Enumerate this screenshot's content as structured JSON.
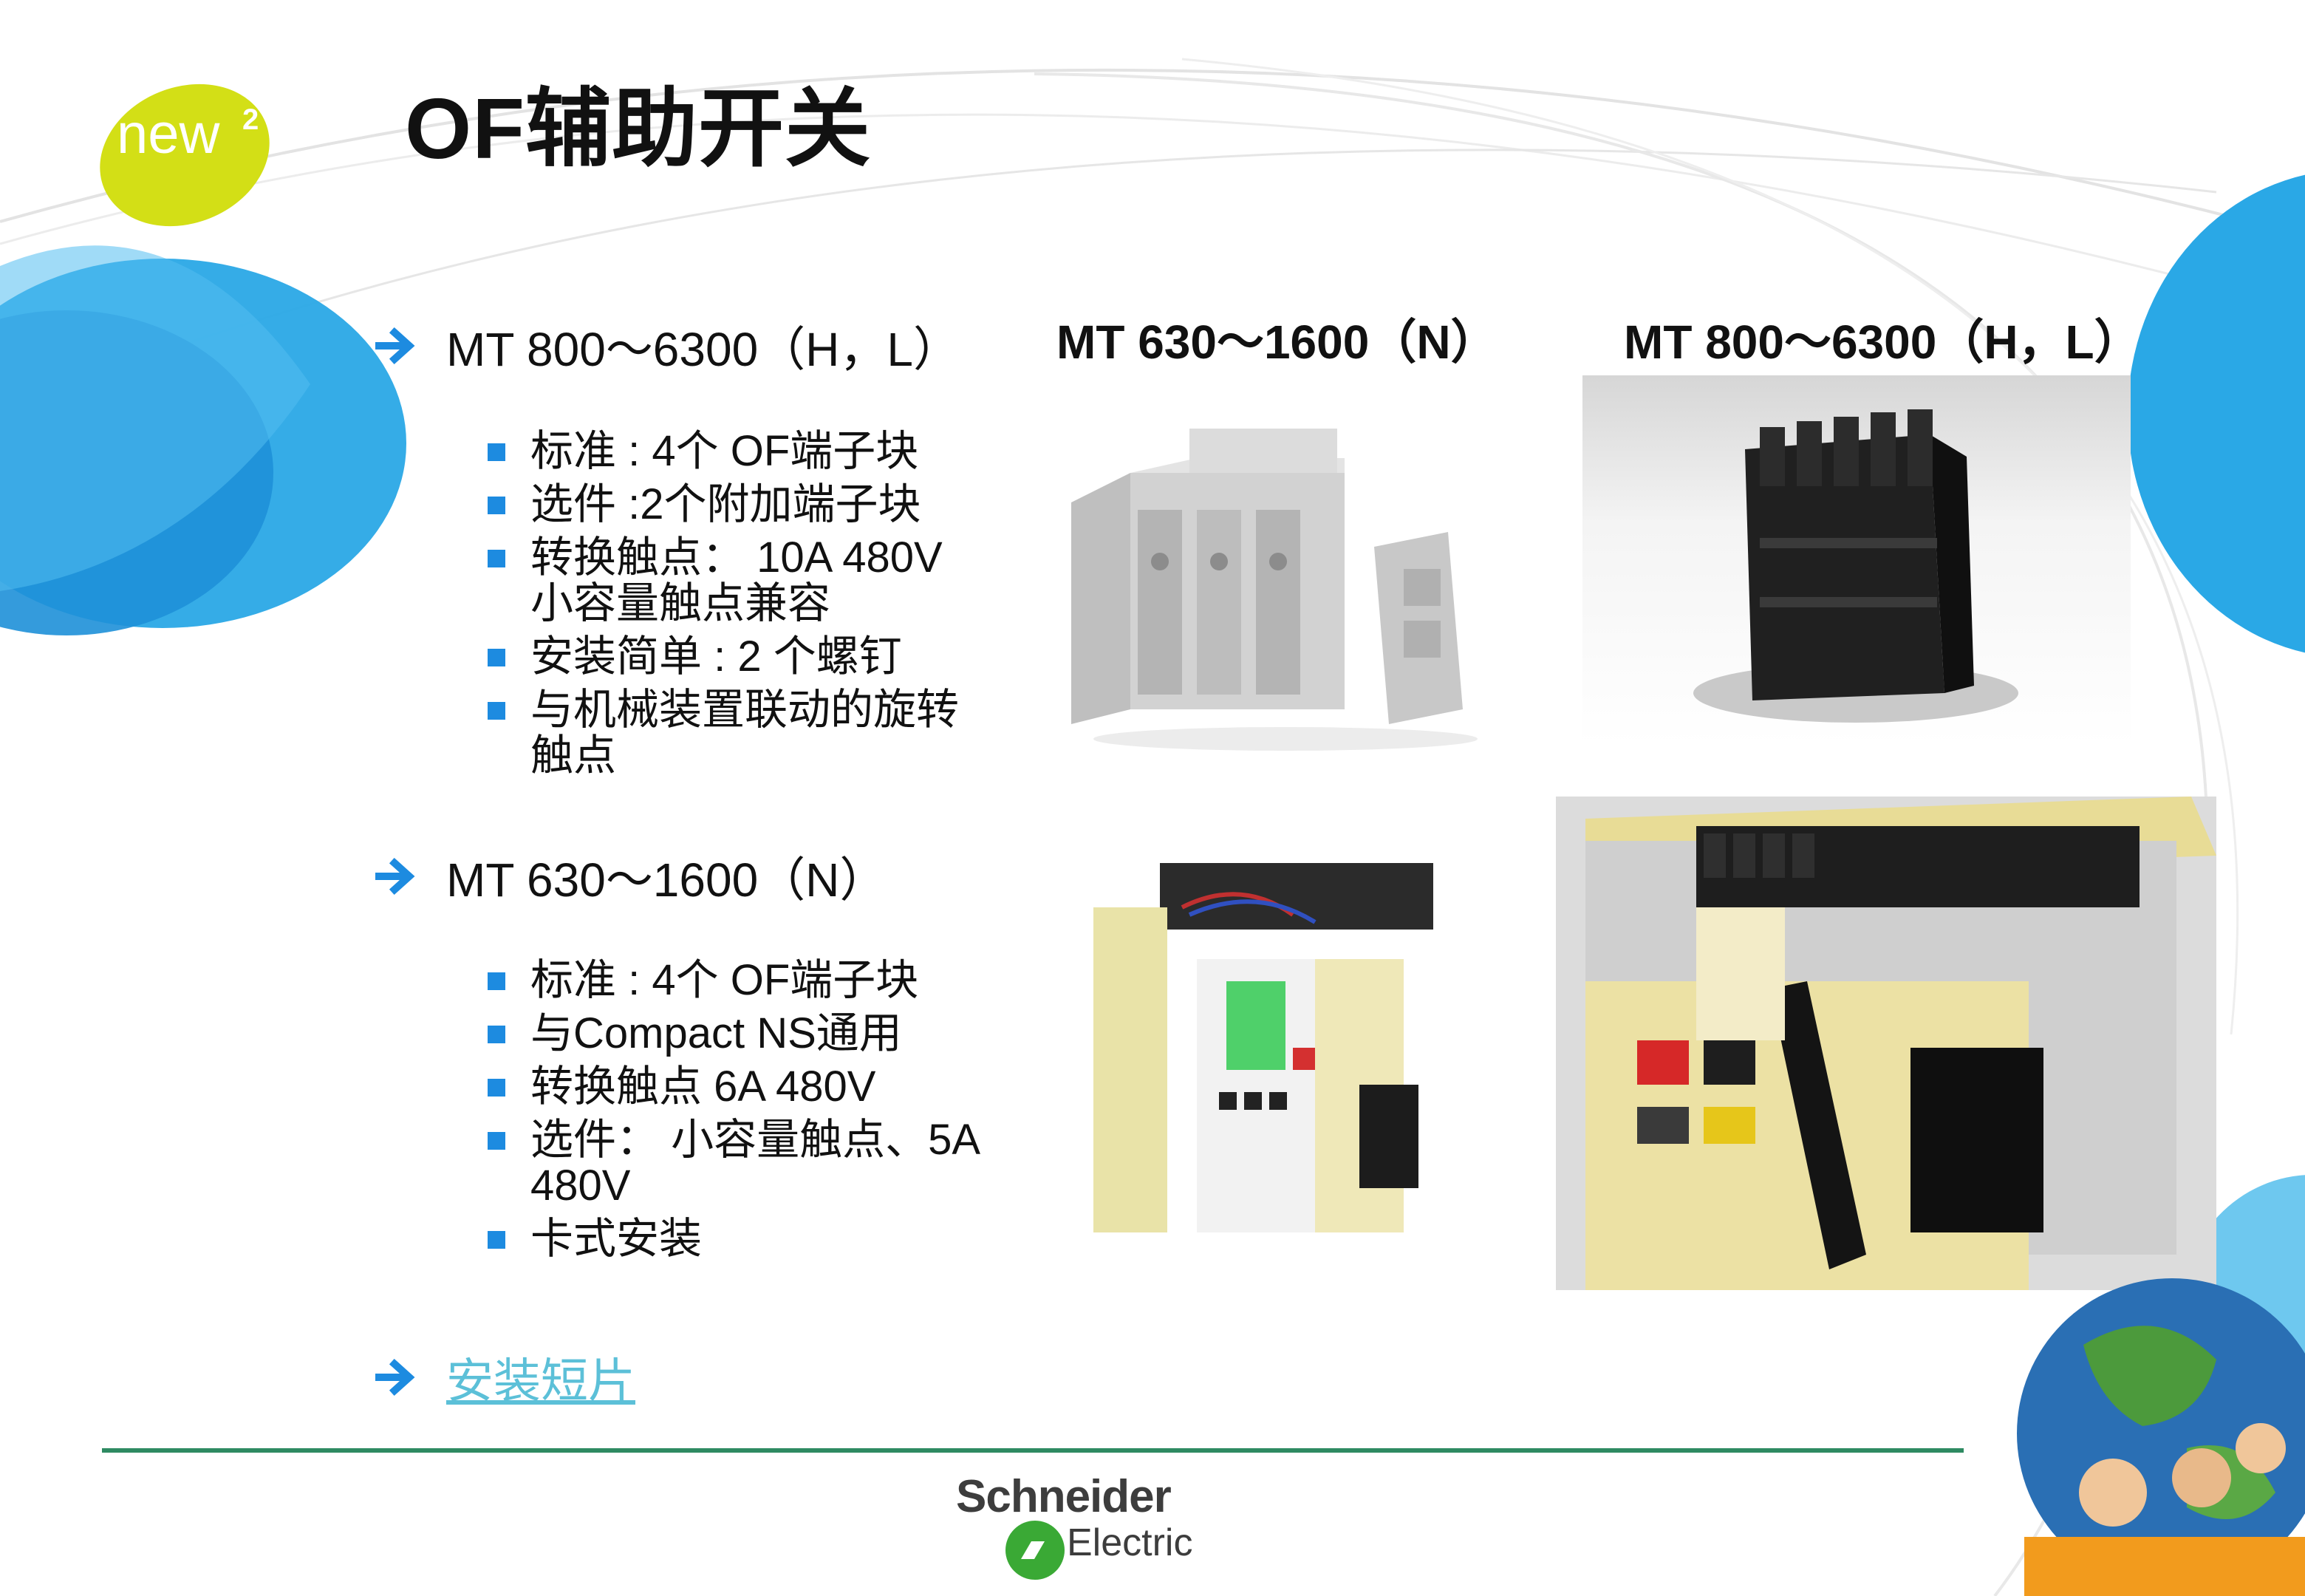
{
  "slide": {
    "title": "OF辅助开关",
    "badge": {
      "text": "new",
      "sup": "2"
    },
    "colors": {
      "accent_blue": "#1d8be0",
      "bubble_blue": "#2aa8e6",
      "badge_green": "#d3df16",
      "footer_green": "#2e8a62",
      "link": "#5cc0d8"
    }
  },
  "section1": {
    "heading": "MT 800～6300（H，L）",
    "bullets": [
      "标准 : 4个 OF端子块",
      "选件 :2个附加端子块",
      "转换触点： 10A 480V",
      "小容量触点兼容",
      "安装简单 : 2 个螺钉",
      "与机械装置联动的旋转",
      "触点"
    ]
  },
  "section2": {
    "heading": "MT 630～1600（N）",
    "bullets": [
      "标准 : 4个 OF端子块",
      "与Compact NS通用",
      "转换触点 6A 480V",
      "选件： 小容量触点、5A",
      "480V",
      "卡式安装"
    ]
  },
  "section3": {
    "link_label": "安装短片"
  },
  "columns": {
    "left_title": "MT 630～1600（N）",
    "right_title": "MT 800～6300（H，L）"
  },
  "images": {
    "grey_blocks": "grey-terminal-block-icon",
    "black_block": "black-terminal-block-icon",
    "breaker_open": "circuit-breaker-icon",
    "breaker_closeup": "breaker-closeup-icon",
    "globe": "globe-icon"
  },
  "footer": {
    "brand_name": "Schneider",
    "brand_sub": "Electric"
  }
}
